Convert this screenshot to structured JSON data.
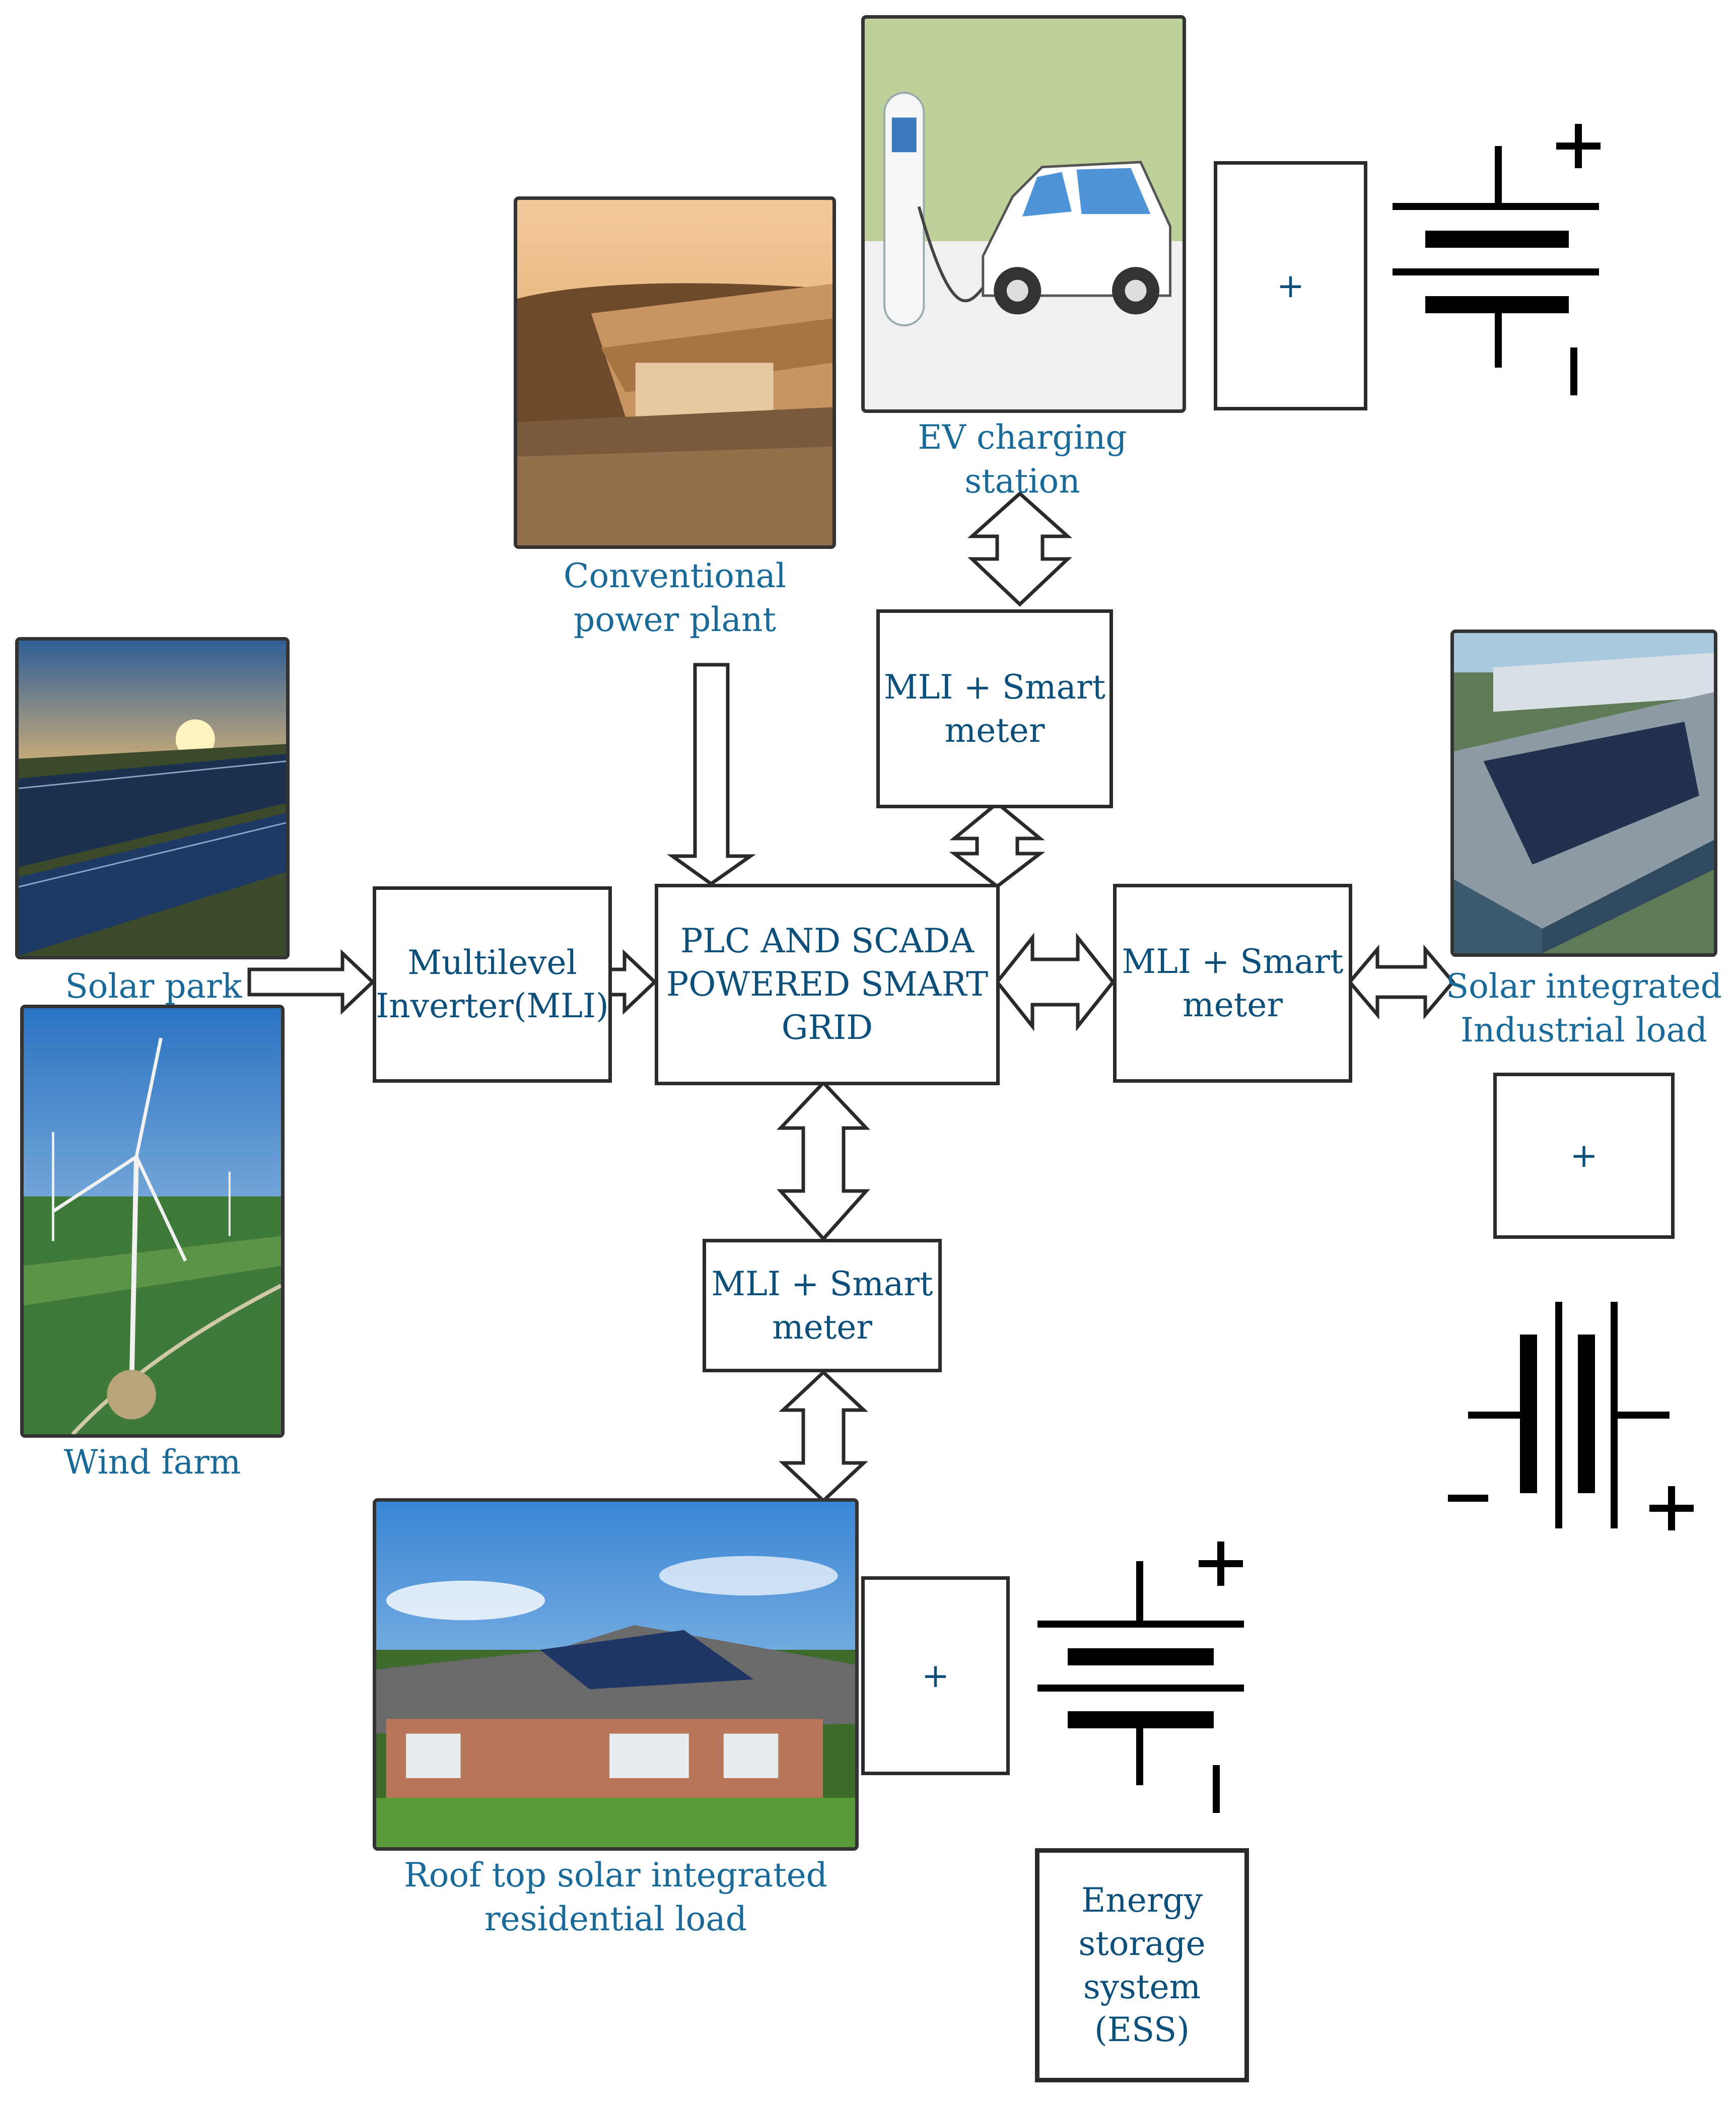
{
  "blocks": {
    "mli": "Multilevel\nInverter(MLI)",
    "grid": "PLC AND SCADA\nPOWERED SMART\nGRID",
    "mli_smart_top": "MLI + Smart\nmeter",
    "mli_smart_right": "MLI + Smart\nmeter",
    "mli_smart_bottom": "MLI + Smart\nmeter",
    "ess": "Energy\nstorage\nsystem\n(ESS)"
  },
  "captions": {
    "ev": "EV charging\nstation",
    "conventional": "Conventional\npower plant",
    "solar_park": "Solar park",
    "wind_farm": "Wind farm",
    "industrial": "Solar integrated\nIndustrial load",
    "residential": "Roof top solar integrated\nresidential load"
  },
  "symbols": {
    "plus": "+",
    "minus": "−",
    "minus_bar": "|"
  },
  "colors": {
    "text": "#0b4f7a",
    "caption": "#1a6a99",
    "line": "#2a2a2a"
  },
  "icons": [
    "ev-charging-icon",
    "power-plant-icon",
    "solar-park-icon",
    "wind-farm-icon",
    "industrial-building-icon",
    "residential-house-icon",
    "battery-icon"
  ]
}
